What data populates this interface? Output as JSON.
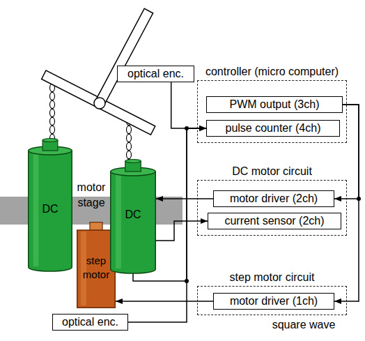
{
  "diagram": {
    "nodes": [
      {
        "text": [
          "controller (micro computer)"
        ]
      },
      {
        "text": [
          "PWM output (3ch)"
        ],
        "in": 0
      },
      {
        "text": [
          "pulse counter (4ch)"
        ],
        "in": 0
      },
      {
        "text": [
          "DC motor circuit"
        ]
      },
      {
        "text": [
          "motor driver (2ch)"
        ],
        "in": 3
      },
      {
        "text": [
          "current sensor (2ch)"
        ],
        "in": 3
      },
      {
        "text": [
          "step motor circuit"
        ]
      },
      {
        "text": [
          "motor driver (1ch)"
        ],
        "in": 6
      },
      {
        "text": [
          "optical enc."
        ]
      },
      {
        "text": [
          "optical enc."
        ]
      },
      {
        "text": [
          "DC"
        ]
      },
      {
        "text": [
          "DC"
        ]
      },
      {
        "text": [
          "step motor"
        ]
      }
    ],
    "edges": [
      {
        "from": 8,
        "to": 2,
        "arrow": "to"
      },
      {
        "from": 9,
        "to": 2,
        "arrow": "to"
      },
      {
        "from": 11,
        "to": 2,
        "arrow": "to"
      },
      {
        "from": 11,
        "to": 5,
        "arrow": "to"
      },
      {
        "from": 1,
        "to": 4,
        "arrow": "to"
      },
      {
        "from": 1,
        "to": 7,
        "arrow": "to"
      },
      {
        "from": 4,
        "to": 11,
        "arrow": "to"
      },
      {
        "from": 7,
        "to": 12,
        "arrow": "to"
      }
    ],
    "labels": [
      "motor stage",
      "square wave"
    ]
  }
}
